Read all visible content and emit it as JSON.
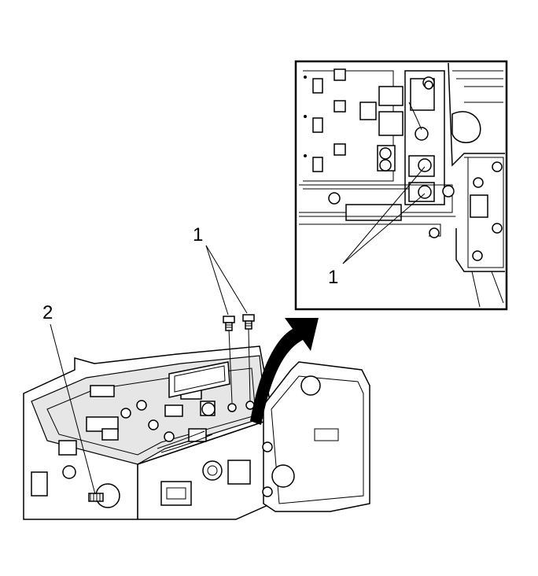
{
  "callouts": {
    "bolts_label": "1",
    "inset_bolts_label": "1",
    "stud_label": "2"
  },
  "colors": {
    "line": "#000000",
    "background": "#ffffff",
    "shade": "#e6e6e6"
  },
  "icons": {
    "arrow": "curved-arrow-icon"
  }
}
